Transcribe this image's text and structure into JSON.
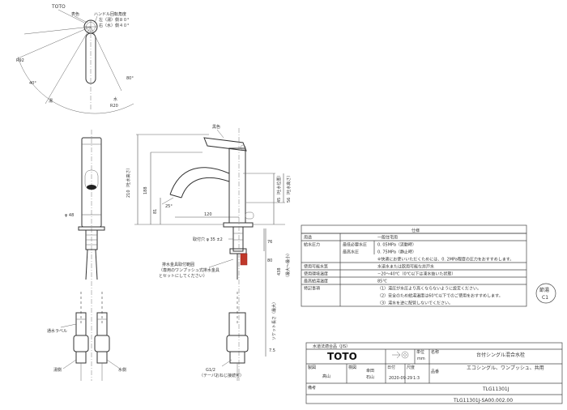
{
  "top_view": {
    "label_brand": "TOTO",
    "label_color_mark": "表色",
    "label_handle_angle": "ハンドル回転角度",
    "label_hot": "左（湯）側８０°",
    "label_cold": "右（水）側４０°",
    "label_hot_side": "湯",
    "label_cold_side": "水",
    "label_r92": "R92",
    "label_r20": "R20",
    "label_angle": "80°",
    "label_40": "40°"
  },
  "front_view": {
    "dim_phi48": "φ 48"
  },
  "side_view": {
    "label_color": "黒色",
    "dim_210": "210（吐水高さ）",
    "dim_188": "188",
    "dim_81": "81",
    "dim_120": "120",
    "dim_25": "25°",
    "dim_45": "45（吐水位置）",
    "dim_56": "56（吐水高さ）",
    "dim_mount_hole": "取付穴 φ 35 ±2",
    "dim_76": "76",
    "dim_438": "438",
    "dim_range": "（最大〜最小）",
    "dim_80": "80",
    "dim_7_5": "7.5",
    "label_socket_note": "ソケット長さ（最大）",
    "note_washer": "排水金具取付範囲",
    "note_washer_2": "（専用のワンプッシュ式排水金具",
    "note_washer_3": "とセットにしてください）",
    "label_pipe": "G1/2",
    "label_pipe_2": "（テーパおねじ接続可）",
    "label_water_supply": "通水ラベル",
    "label_hot_supply": "湯側",
    "label_cold_supply": "水側"
  },
  "spec_table": {
    "title": "仕様",
    "rows": [
      {
        "label": "用途",
        "sub": "",
        "value": "一般住宅用"
      },
      {
        "label": "給水圧力",
        "sub": "最低必要水圧",
        "value": "0. 05MPa（流動時）"
      },
      {
        "label": "",
        "sub": "最高水圧",
        "value": "0. 75MPa（静止時）"
      },
      {
        "label": "",
        "sub": "",
        "value": "※快適にお使いいただくためには、0. 2MPa程度の圧力をおすすめします。"
      },
      {
        "label": "使用可能水質",
        "sub": "",
        "value": "水道水または飲用可能な井戸水"
      },
      {
        "label": "使用環境温度",
        "sub": "",
        "value": "−20〜40℃（0℃以下は凍水抜いた状態）"
      },
      {
        "label": "最高給湯温度",
        "sub": "",
        "value": "85℃"
      },
      {
        "label": "特記事項",
        "sub": "",
        "value": "（1）湯圧が水圧より高くならないように設定ください。"
      },
      {
        "label": "",
        "sub": "",
        "value": "（2）安全のため給湯温度は60℃以下でのご使用をおすすめします。"
      },
      {
        "label": "",
        "sub": "",
        "value": "（3）湯水を逆に配管しないでください。"
      }
    ]
  },
  "stamp": {
    "line1": "節湯",
    "line2": "C1"
  },
  "title_block": {
    "jis_label": "水道法適合品（JIS）",
    "logo": "TOTO",
    "unit_label": "単位",
    "unit_value": "mm",
    "name_label": "名称",
    "product_name": "台付シングル混合水栓",
    "product_sub": "エコシングル、ワンプッシュ、共用",
    "drawn_label": "製図",
    "drawn_by": "髙山",
    "checked_label": "検図",
    "checked_by": "幸田",
    "checked_by_2": "石山",
    "date_label": "日付",
    "date": "2020-09-29",
    "scale_label": "尺度",
    "scale": "1:3",
    "model_label": "品番",
    "model": "TLG11301J",
    "remarks_label": "備考",
    "drawing_no": "TLG11301J-SA00.002.00"
  }
}
